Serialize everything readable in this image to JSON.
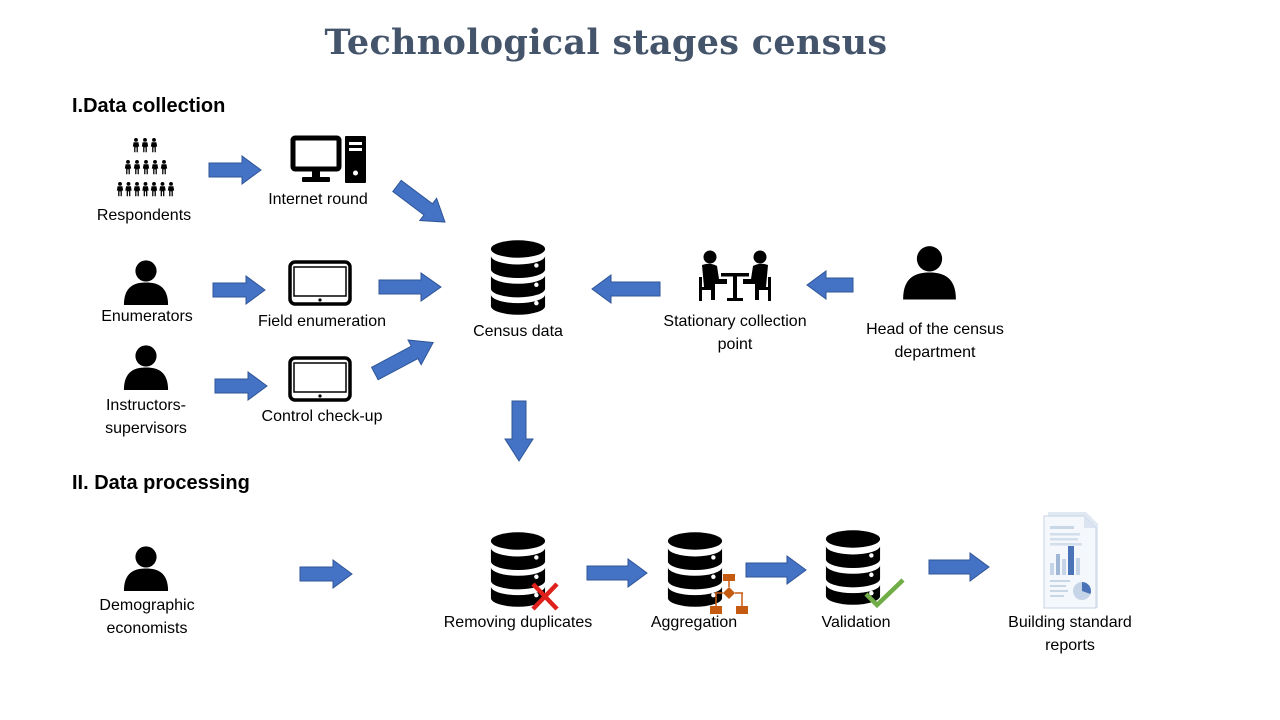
{
  "title": "Technological stages census",
  "sections": {
    "collection": "I.Data collection",
    "processing": "II. Data processing"
  },
  "nodes": {
    "respondents": "Respondents",
    "internet_round": "Internet round",
    "enumerators": "Enumerators",
    "field_enumeration": "Field enumeration",
    "instructors_line1": "Instructors-",
    "instructors_line2": "supervisors",
    "control_checkup": "Control check-up",
    "census_data": "Census data",
    "stationary_line1": "Stationary collection",
    "stationary_line2": "point",
    "head_line1": "Head of the census",
    "head_line2": "department",
    "demographic_line1": "Demographic",
    "demographic_line2": "economists",
    "removing_duplicates": "Removing duplicates",
    "aggregation": "Aggregation",
    "validation": "Validation",
    "reports_line1": "Building standard",
    "reports_line2": "reports"
  },
  "colors": {
    "title": "#44546a",
    "arrow": "#4472c4",
    "arrow_stroke": "#2f5597",
    "cross": "#e0201b",
    "check": "#70ad47",
    "flowchart": "#c55a11"
  },
  "icons": [
    "crowd-icon",
    "computer-icon",
    "person-icon",
    "tablet-icon",
    "database-icon",
    "meeting-table-icon",
    "cross-icon",
    "flowchart-icon",
    "checkmark-icon",
    "report-document-icon"
  ]
}
